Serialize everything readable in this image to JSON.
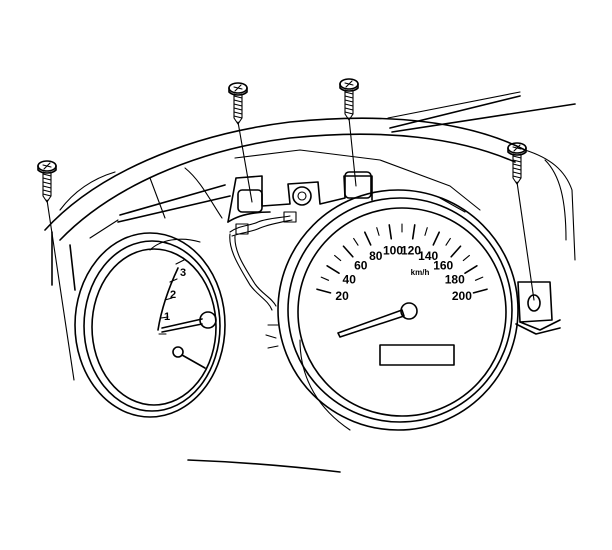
{
  "diagram": {
    "speedometer": {
      "unit_label": "km/h",
      "ticks": [
        "20",
        "40",
        "60",
        "80",
        "100",
        "120",
        "140",
        "160",
        "180",
        "200"
      ],
      "needle_value": 20
    },
    "tachometer": {
      "ticks": [
        "1",
        "2",
        "3"
      ]
    },
    "screws": [
      {
        "name": "left-screw"
      },
      {
        "name": "upper-left-screw"
      },
      {
        "name": "upper-center-screw"
      },
      {
        "name": "right-screw"
      }
    ]
  }
}
